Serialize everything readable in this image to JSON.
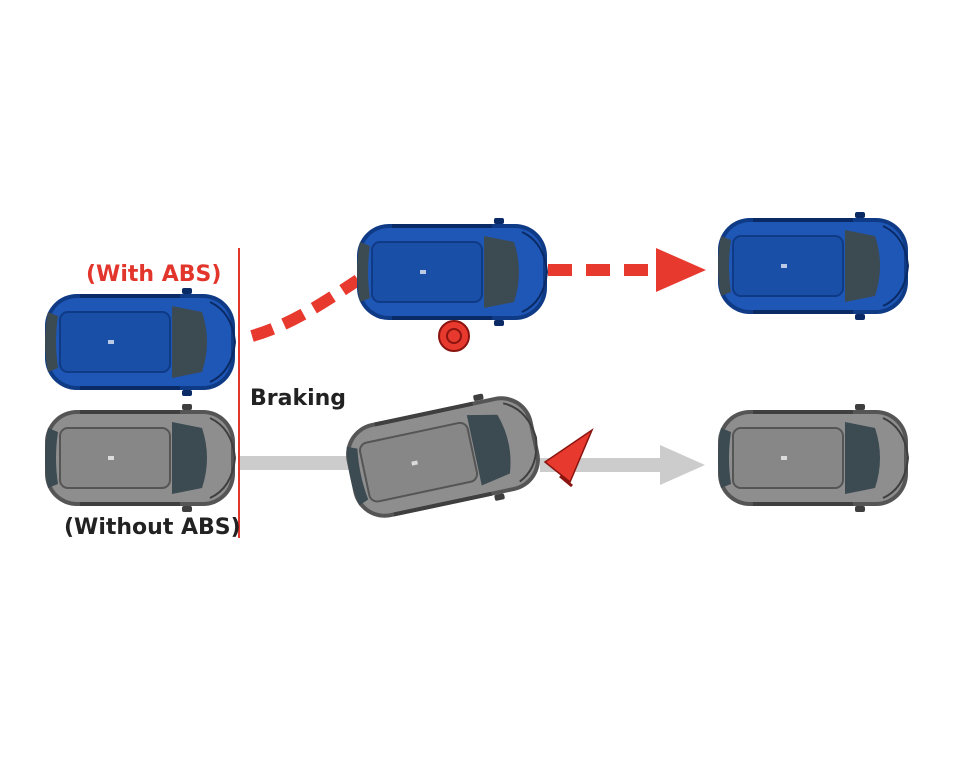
{
  "labels": {
    "with_abs": "(With ABS)",
    "without_abs": "(Without ABS)",
    "braking": "Braking"
  },
  "colors": {
    "red": "#e8392e",
    "label_red": "#e2352b",
    "label_dark": "#222222",
    "blue_body": "#1e57b6",
    "blue_dark": "#0f3a85",
    "gray_body": "#8e8e8e",
    "gray_dark": "#555555",
    "gray_arrow": "#cccccc",
    "glass": "#3c4a52"
  },
  "icons": {
    "obstacle_with_abs": "circle-target-icon",
    "obstacle_without_abs": "flag-icon"
  }
}
